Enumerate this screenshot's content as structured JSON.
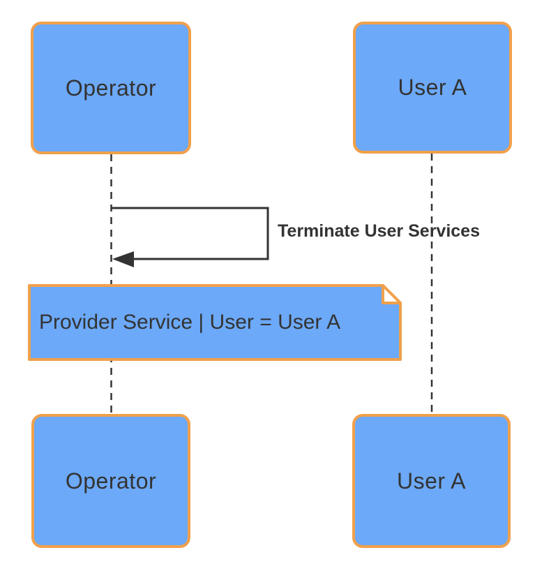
{
  "diagram": {
    "kind": "uml-sequence-diagram",
    "colors": {
      "shape_fill": "#6CA9F8",
      "shape_border": "#F0A04B",
      "line": "#333333",
      "text": "#333333",
      "note_fold_fill": "#FFFFFF",
      "background": "#FFFFFF"
    },
    "actors": {
      "top_left": "Operator",
      "top_right": "User A",
      "bottom_left": "Operator",
      "bottom_right": "User A"
    },
    "message": {
      "label": "Terminate User Services",
      "type": "self-message",
      "from": "Operator",
      "to": "Operator"
    },
    "note": {
      "text": "Provider Service | User = User A"
    }
  }
}
